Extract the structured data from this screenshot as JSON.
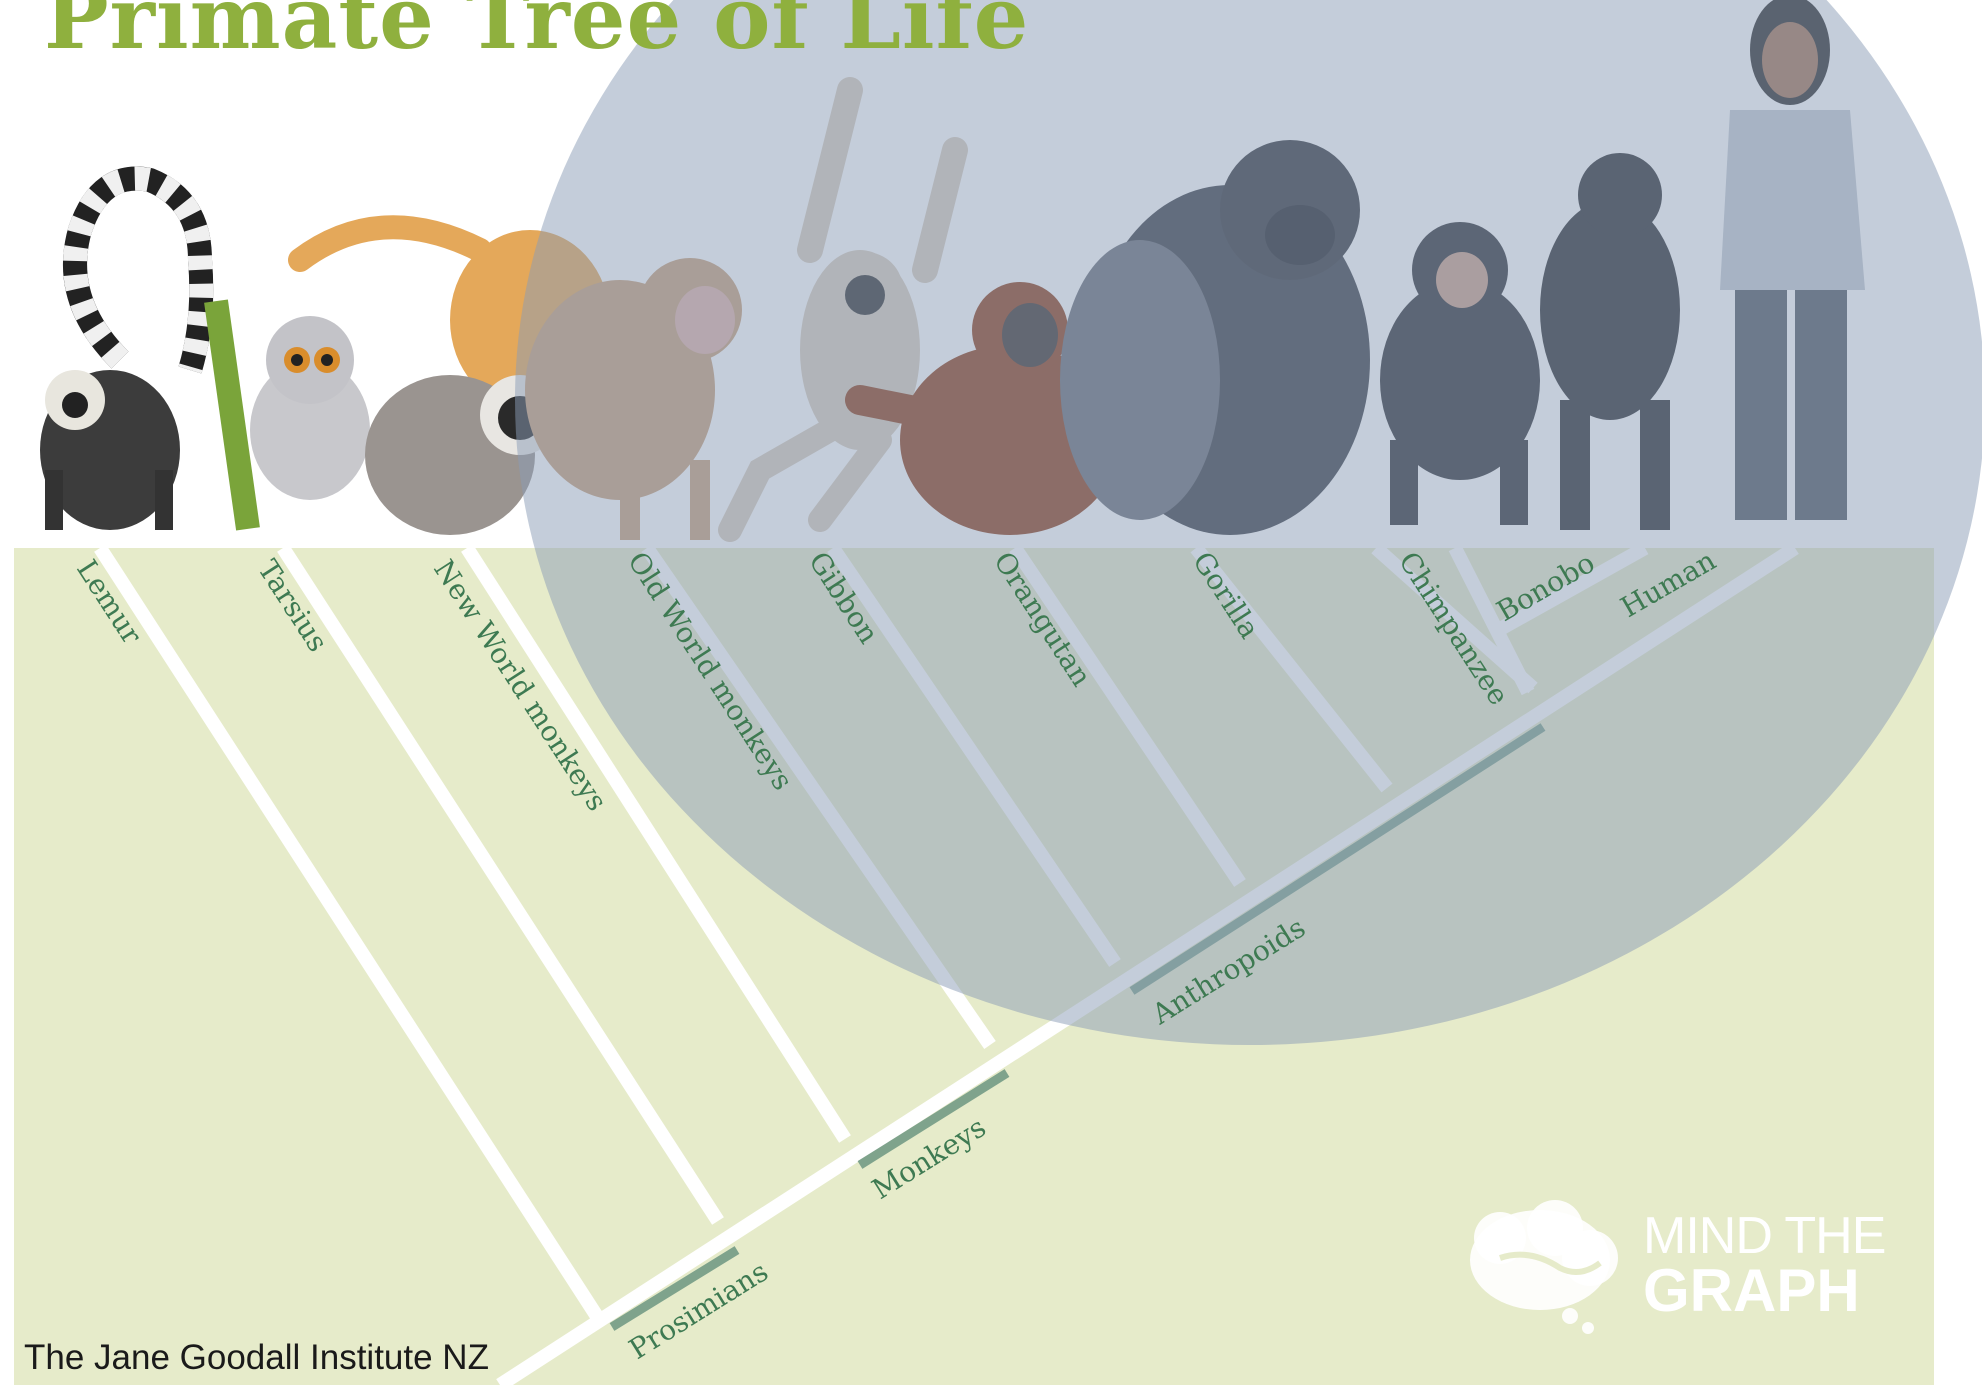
{
  "title": "Primate Tree of Life",
  "credit": "The Jane Goodall Institute NZ",
  "brand": {
    "line1": "MIND THE",
    "line2": "GRAPH"
  },
  "colors": {
    "title": "#8fb03e",
    "background_panel": "#e6ebca",
    "overlay_circle": "#8a9cb6",
    "branch": "#ffffff",
    "label": "#3e7a52",
    "group_bar": "#7fa38c"
  },
  "species": [
    {
      "id": "lemur",
      "label": "Lemur"
    },
    {
      "id": "tarsius",
      "label": "Tarsius"
    },
    {
      "id": "new-world-monkeys",
      "label": "New World monkeys"
    },
    {
      "id": "old-world-monkeys",
      "label": "Old World monkeys"
    },
    {
      "id": "gibbon",
      "label": "Gibbon"
    },
    {
      "id": "orangutan",
      "label": "Orangutan"
    },
    {
      "id": "gorilla",
      "label": "Gorilla"
    },
    {
      "id": "chimpanzee",
      "label": "Chimpanzee"
    },
    {
      "id": "bonobo",
      "label": "Bonobo"
    },
    {
      "id": "human",
      "label": "Human"
    }
  ],
  "groups": [
    {
      "id": "prosimians",
      "label": "Prosimians"
    },
    {
      "id": "monkeys",
      "label": "Monkeys"
    },
    {
      "id": "anthropoids",
      "label": "Anthropoids"
    }
  ]
}
